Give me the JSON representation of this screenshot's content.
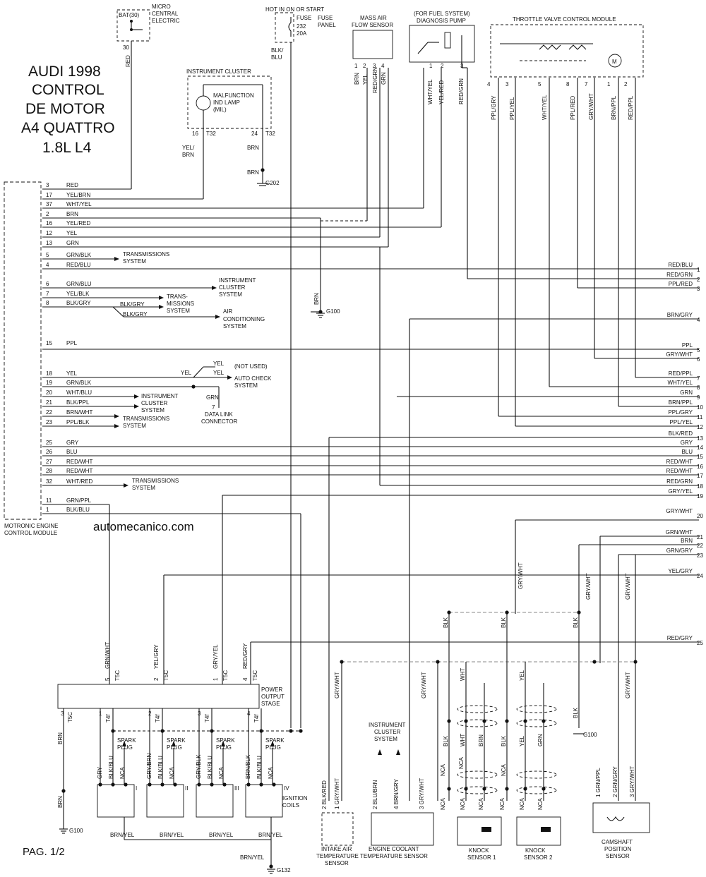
{
  "title": {
    "line1": "AUDI 1998",
    "line2": "CONTROL",
    "line3": "DE MOTOR",
    "line4": "A4 QUATTRO",
    "line5": "1.8L L4"
  },
  "watermark": "automecanico.com",
  "page_label": "PAG. 1/2",
  "ecm": {
    "label1": "MOTRONIC ENGINE",
    "label2": "CONTROL MODULE"
  },
  "ecm_pins": [
    {
      "pin": "3",
      "wire": "RED"
    },
    {
      "pin": "17",
      "wire": "YEL/BRN"
    },
    {
      "pin": "37",
      "wire": "WHT/YEL"
    },
    {
      "pin": "2",
      "wire": "BRN"
    },
    {
      "pin": "16",
      "wire": "YEL/RED"
    },
    {
      "pin": "12",
      "wire": "YEL"
    },
    {
      "pin": "13",
      "wire": "GRN"
    },
    {
      "pin": "5",
      "wire": "GRN/BLK"
    },
    {
      "pin": "4",
      "wire": "RED/BLU"
    },
    {
      "pin": "6",
      "wire": "GRN/BLU"
    },
    {
      "pin": "7",
      "wire": "YEL/BLK"
    },
    {
      "pin": "8",
      "wire": "BLK/GRY"
    },
    {
      "pin": "15",
      "wire": "PPL"
    },
    {
      "pin": "18",
      "wire": "YEL"
    },
    {
      "pin": "19",
      "wire": "GRN/BLK"
    },
    {
      "pin": "20",
      "wire": "WHT/BLU"
    },
    {
      "pin": "21",
      "wire": "BLK/PPL"
    },
    {
      "pin": "22",
      "wire": "BRN/WHT"
    },
    {
      "pin": "23",
      "wire": "PPL/BLK"
    },
    {
      "pin": "25",
      "wire": "GRY"
    },
    {
      "pin": "26",
      "wire": "BLU"
    },
    {
      "pin": "27",
      "wire": "RED/WHT"
    },
    {
      "pin": "28",
      "wire": "RED/WHT"
    },
    {
      "pin": "32",
      "wire": "WHT/RED"
    },
    {
      "pin": "11",
      "wire": "GRN/PPL"
    },
    {
      "pin": "1",
      "wire": "BLK/BLU"
    }
  ],
  "right_pins": [
    {
      "pin": "1",
      "wire": "RED/BLU"
    },
    {
      "pin": "2",
      "wire": "RED/GRN"
    },
    {
      "pin": "3",
      "wire": "PPL/RED"
    },
    {
      "pin": "4",
      "wire": "BRN/GRY"
    },
    {
      "pin": "5",
      "wire": "PPL"
    },
    {
      "pin": "6",
      "wire": "GRY/WHT"
    },
    {
      "pin": "7",
      "wire": "RED/PPL"
    },
    {
      "pin": "8",
      "wire": "WHT/YEL"
    },
    {
      "pin": "9",
      "wire": "GRN"
    },
    {
      "pin": "10",
      "wire": "BRN/PPL"
    },
    {
      "pin": "11",
      "wire": "PPL/GRY"
    },
    {
      "pin": "12",
      "wire": "PPL/YEL"
    },
    {
      "pin": "13",
      "wire": "BLK/RED"
    },
    {
      "pin": "14",
      "wire": "GRY"
    },
    {
      "pin": "15",
      "wire": "BLU"
    },
    {
      "pin": "16",
      "wire": "RED/WHT"
    },
    {
      "pin": "17",
      "wire": "RED/WHT"
    },
    {
      "pin": "18",
      "wire": "RED/GRN"
    },
    {
      "pin": "19",
      "wire": "GRY/YEL"
    },
    {
      "pin": "20",
      "wire": "GRY/WHT"
    },
    {
      "pin": "21",
      "wire": "GRN/WHT"
    },
    {
      "pin": "22",
      "wire": "BRN"
    },
    {
      "pin": "23",
      "wire": "GRN/GRY"
    },
    {
      "pin": "24",
      "wire": "YEL/GRY"
    },
    {
      "pin": "25",
      "wire": "RED/GRY"
    }
  ],
  "labels": {
    "micro1": "MICRO",
    "micro2": "CENTRAL",
    "micro3": "ELECTRIC",
    "bat30": "BAT(30)",
    "p30": "30",
    "red": "RED",
    "hot": "HOT IN ON OR START",
    "fuse1": "FUSE",
    "fuse2": "PANEL",
    "fuse3": "FUSE",
    "fuse4": "232",
    "fuse5": "20A",
    "blk": "BLK/",
    "blu": "BLU",
    "ic": "INSTRUMENT CLUSTER",
    "mil1": "MALFUNCTION",
    "mil2": "IND LAMP",
    "mil3": "(MIL)",
    "p16": "16",
    "t32a": "T32",
    "p24": "24",
    "t32b": "T32",
    "yel": "YEL/",
    "brn": "BRN",
    "brn2": "BRN",
    "brn3": "BRN",
    "g202": "G202",
    "brn4": "BRN",
    "g100a": "G100",
    "maf1": "MASS AIR",
    "maf2": "FLOW SENSOR",
    "maf_w1": "BRN",
    "maf_w2": "YEL",
    "maf_w3": "RED/GRN",
    "maf_w4": "GRN",
    "maf_p1": "1",
    "maf_p2": "2",
    "maf_p3": "3",
    "maf_p4": "4",
    "fs1": "(FOR FUEL SYSTEM)",
    "fs2": "DIAGNOSIS PUMP",
    "fs_w1": "WHT/YEL",
    "fs_w2": "YEL/RED",
    "fs_w3": "RED/GRN",
    "fs_p1": "1",
    "fs_p2": "2",
    "fs_p3": "3",
    "tv": "THROTTLE VALVE CONTROL MODULE",
    "m": "M",
    "tv_p": [
      "4",
      "3",
      "5",
      "8",
      "7",
      "1",
      "2"
    ],
    "tv_w": [
      "PPL/GRY",
      "PPL/YEL",
      "WHT/YEL",
      "PPL/RED",
      "GRY/WHT",
      "BRN/PPL",
      "RED/PPL"
    ],
    "ts1": "TRANSMISSIONS",
    "ts2": "SYSTEM",
    "ic2a": "INSTRUMENT",
    "ic2b": "CLUSTER",
    "ic2c": "SYSTEM",
    "trans1": "TRANS-",
    "trans2": "MISSIONS",
    "trans3": "SYSTEM",
    "blkgry1": "BLK/GRY",
    "blkgry2": "BLK/GRY",
    "ac1": "AIR",
    "ac2": "CONDITIONING",
    "ac3": "SYSTEM",
    "yel_a": "YEL",
    "yel_b": "YEL",
    "yel_c": "YEL",
    "notused": "(NOT USED)",
    "ac_chk1": "AUTO CHECK",
    "ac_chk2": "SYSTEM",
    "grn_dl": "GRN",
    "dl7": "7",
    "dl1": "DATA LINK",
    "dl2": "CONNECTOR",
    "ic3a": "INSTRUMENT",
    "ic3b": "CLUSTER",
    "ic3c": "SYSTEM",
    "ts3a": "TRANSMISSIONS",
    "ts3b": "SYSTEM",
    "ts4a": "TRANSMISSIONS",
    "ts4b": "SYSTEM",
    "pos": "POWER",
    "pos2": "OUTPUT",
    "pos3": "STAGE",
    "t5c_w": [
      "GRN/WHT",
      "YEL/GRY",
      "GRY/YEL",
      "RED/GRY"
    ],
    "t5c_p": [
      "5",
      "2",
      "1",
      "4"
    ],
    "t5c": "T5C",
    "t4f_p": [
      "1",
      "2",
      "3",
      "4"
    ],
    "t4f": "T4f",
    "t5c3": "3",
    "brn_g": "BRN",
    "brn_g2": "BRN",
    "g100b": "G100",
    "spark1": "SPARK",
    "spark2": "PLUG",
    "coil_w": [
      "GRY",
      "BLK/BLU",
      "NCA",
      "GRY/BRN",
      "BLK/BLU",
      "NCA",
      "GRY/BLK",
      "BLK/BLU",
      "NCA",
      "BRN/BLK",
      "BLK/BLU",
      "NCA"
    ],
    "roman": [
      "I",
      "II",
      "III",
      "IV"
    ],
    "ign1": "IGNITION",
    "ign2": "COILS",
    "brnyel": "BRN/YEL",
    "g132": "G132",
    "iat_w": [
      "BLK/RED",
      "GRY/WHT"
    ],
    "iat_p": [
      "2",
      "1"
    ],
    "iat1": "INTAKE AIR",
    "iat2": "TEMPERATURE",
    "iat3": "SENSOR",
    "gw1": "GRY/WHT",
    "gw2": "GRY/WHT",
    "gw3": "GRY/WHT",
    "gw4": "GRY/WHT",
    "gw5": "GRY/WHT",
    "ics1": "INSTRUMENT",
    "ics2": "CLUSTER",
    "ics3": "SYSTEM",
    "ect_w": [
      "BLU/BRN",
      "BRN/GRY",
      "GRY/WHT"
    ],
    "ect_p": [
      "2",
      "4",
      "3"
    ],
    "ect1": "ENGINE COOLANT",
    "ect2": "TEMPERATURE SENSOR",
    "blk1": "BLK",
    "blk2": "BLK",
    "blk3": "BLK",
    "blk4": "BLK",
    "wht": "WHT",
    "yel_k": "YEL",
    "g100c": "G100",
    "ks_w1": [
      "BLK",
      "WHT",
      "BRN"
    ],
    "ks_w2": [
      "BLK",
      "YEL",
      "GRN"
    ],
    "nca": "NCA",
    "ks1a": "KNOCK",
    "ks1b": "SENSOR 1",
    "ks2a": "KNOCK",
    "ks2b": "SENSOR 2",
    "cmp_w": [
      "GRN/PPL",
      "GRN/GRY",
      "GRY/WHT"
    ],
    "cmp_p": [
      "1",
      "2",
      "3"
    ],
    "cmp1": "CAMSHAFT",
    "cmp2": "POSITION",
    "cmp3": "SENSOR"
  }
}
